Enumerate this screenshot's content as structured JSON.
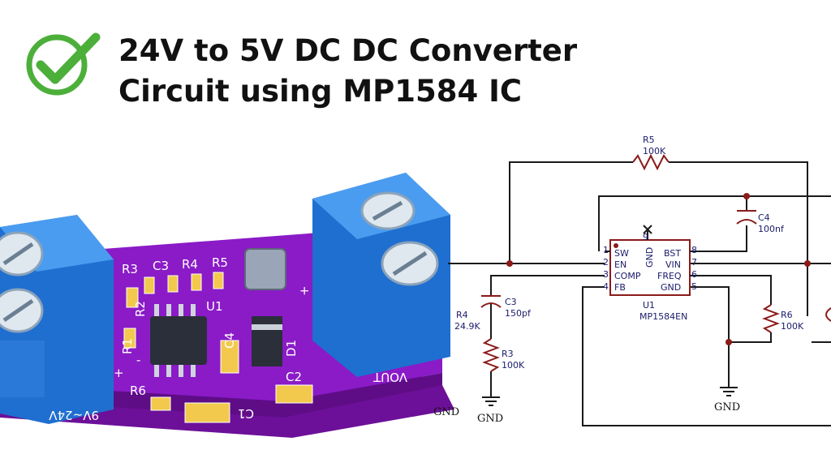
{
  "title": {
    "line1": "24V to 5V DC DC Converter",
    "line2": "Circuit using MP1584 IC"
  },
  "colors": {
    "check_green": "#4caf3a",
    "pcb_purple": "#8a1bc7",
    "terminal_blue": "#2f86e6",
    "schematic_wire": "#1a1a1a",
    "component_red": "#8b1a1a",
    "schematic_text": "#1b1b6b"
  },
  "pcb": {
    "silk_labels": [
      "R3",
      "C3",
      "R4",
      "R5",
      "R2",
      "U1",
      "C4",
      "D1",
      "R1",
      "C2",
      "R6",
      "C1",
      "VOUT",
      "9V~24V",
      "+",
      "+",
      "-"
    ]
  },
  "schematic": {
    "ic_ref": "U1",
    "ic_part": "MP1584EN",
    "pins_left": [
      {
        "num": "1",
        "name": "SW"
      },
      {
        "num": "2",
        "name": "EN"
      },
      {
        "num": "3",
        "name": "COMP"
      },
      {
        "num": "4",
        "name": "FB"
      }
    ],
    "pins_right": [
      {
        "num": "8",
        "name": "BST"
      },
      {
        "num": "7",
        "name": "VIN"
      },
      {
        "num": "6",
        "name": "FREQ"
      },
      {
        "num": "5",
        "name": "GND"
      }
    ],
    "pin_top_num": "9",
    "pin_top_name": "GND",
    "components": {
      "r5": {
        "ref": "R5",
        "value": "100K"
      },
      "c4": {
        "ref": "C4",
        "value": "100nf"
      },
      "c3": {
        "ref": "C3",
        "value": "150pf"
      },
      "r3": {
        "ref": "R3",
        "value": "100K"
      },
      "r4": {
        "ref": "R4",
        "value": "24.9K"
      },
      "r6": {
        "ref": "R6",
        "value": "100K"
      }
    },
    "gnd_labels": [
      "GND",
      "GND",
      "GND"
    ]
  }
}
